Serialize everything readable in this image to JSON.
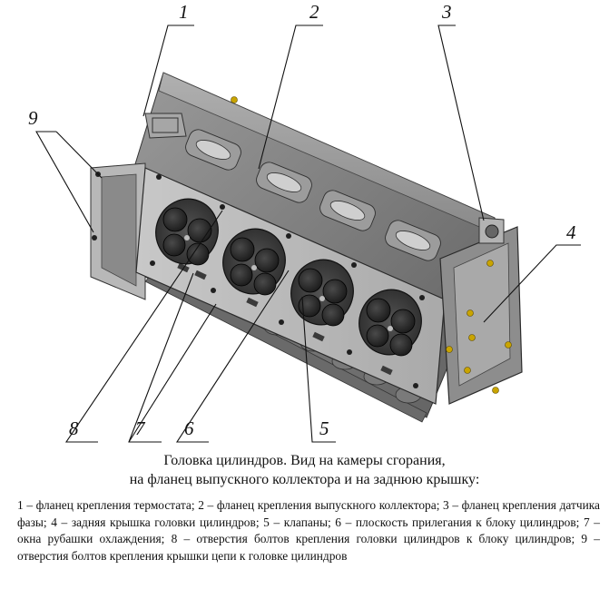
{
  "figure": {
    "callouts": [
      "1",
      "2",
      "3",
      "4",
      "5",
      "6",
      "7",
      "8",
      "9"
    ]
  },
  "caption": {
    "title_line1": "Головка цилиндров. Вид на камеры сгорания,",
    "title_line2": "на фланец выпускного коллектора и на заднюю крышку:",
    "legend": "1 – фланец крепления термостата; 2 – фланец крепления выпускного коллектора; 3 – фланец крепления датчика фазы; 4 – задняя крышка головки цилиндров; 5 – клапаны; 6 – плоскость прилегания к блоку цилиндров; 7 – окна рубашки охлаждения; 8 – отверстия болтов крепления головки цилиндров к блоку цилиндров; 9 – отверстия болтов крепления крышки цепи к головке цилиндров"
  }
}
